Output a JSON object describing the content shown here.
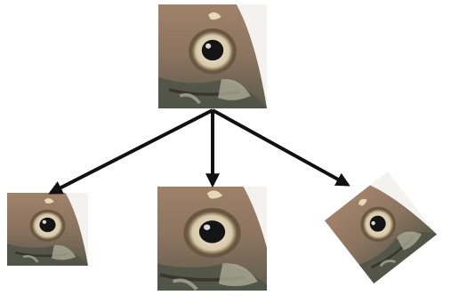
{
  "diagram": {
    "source": {
      "icon": "fish-eye-photo"
    },
    "outputs": [
      {
        "icon": "fish-eye-photo-scaled",
        "transform": "scale"
      },
      {
        "icon": "fish-eye-photo-cropped",
        "transform": "crop"
      },
      {
        "icon": "fish-eye-photo-rotated",
        "transform": "rotate"
      }
    ],
    "arrow_color": "#111111"
  }
}
